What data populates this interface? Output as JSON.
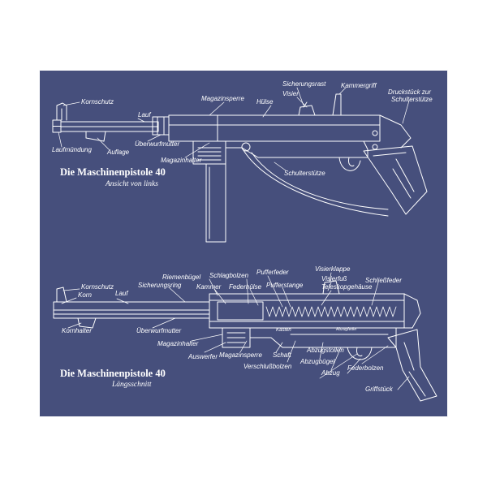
{
  "top": {
    "title": "Die Maschinenpistole 40",
    "subtitle": "Ansicht von links",
    "labels": {
      "kornschutz": "Kornschutz",
      "lauf": "Lauf",
      "laufmuendung": "Laufmündung",
      "auflage": "Auflage",
      "ueberwurfmutter": "Überwurfmutter",
      "magazinsperre": "Magazinsperre",
      "magazinhalter": "Magazinhalter",
      "huelse": "Hülse",
      "sicherungsrast": "Sicherungsrast",
      "visier": "Visier",
      "kammergriff": "Kammergriff",
      "druckstueck_1": "Druckstück zur",
      "druckstueck_2": "Schulterstütze",
      "schulterstuetze": "Schulterstütze"
    }
  },
  "bottom": {
    "title": "Die Maschinenpistole 40",
    "subtitle": "Längsschnitt",
    "labels": {
      "kornschutz": "Kornschutz",
      "korn": "Korn",
      "lauf": "Lauf",
      "sicherungsring": "Sicherungsring",
      "riemenbuegel": "Riemenbügel",
      "kammer": "Kammer",
      "schlagbolzen": "Schlagbolzen",
      "federhuelse": "Federhülse",
      "pufferfeder": "Pufferfeder",
      "pufferstange": "Pufferstange",
      "visierklappe": "Visierklappe",
      "visierfuss": "Visierfuß",
      "teleskopgehaeuse": "Teleskopgehäuse",
      "schliessfeder": "Schließfeder",
      "kornhalter": "Kornhalter",
      "ueberwurfmutter": "Überwurfmutter",
      "magazinhalter": "Magazinhalter",
      "auswerfer": "Auswerfer",
      "magazinsperre": "Magazinsperre",
      "schaft": "Schaft",
      "kasten": "Kasten",
      "abzugfeder": "Abzugfeder",
      "abzugstollen": "Abzugstollen",
      "abzugbuegel": "Abzugbügel",
      "abzug": "Abzug",
      "federbolzen": "Federbolzen",
      "verschlussbolzen": "Verschlußbolzen",
      "griffstueck": "Griffstück"
    }
  },
  "colors": {
    "background": "#464f7c",
    "ink": "#ffffff",
    "frame": "#ffffff"
  }
}
